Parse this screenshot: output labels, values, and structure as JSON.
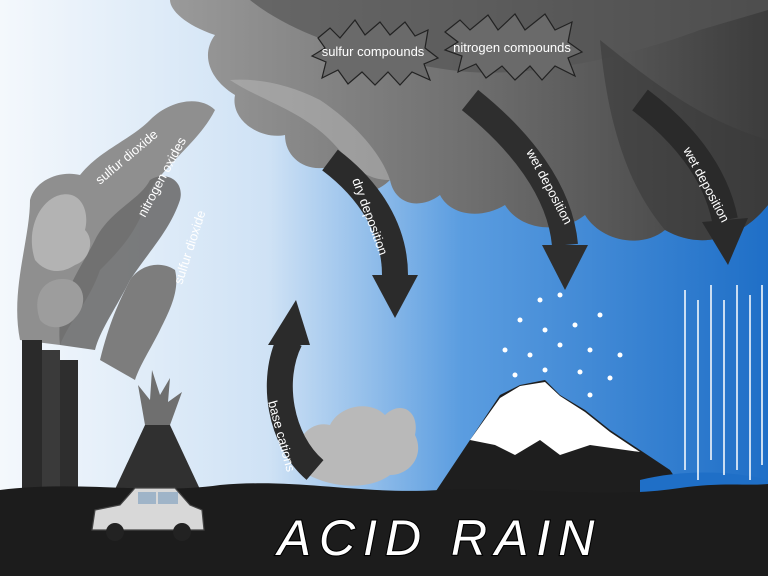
{
  "title": "ACID RAIN",
  "labels": {
    "sulfur_compounds": "sulfur compounds",
    "nitrogen_compounds": "nitrogen compounds",
    "sulfur_dioxide_1": "sulfur dioxide",
    "nitrogen_oxides": "nitrogen oxides",
    "sulfur_dioxide_2": "sulfur dioxide",
    "dry_deposition": "dry deposition",
    "wet_deposition_1": "wet deposition",
    "wet_deposition_2": "wet deposition",
    "base_cations": "base cations"
  },
  "colors": {
    "sky_light": "#eef5fb",
    "sky_blue": "#4a90d9",
    "sky_deep": "#1f6fc7",
    "cloud_dark": "#4b4b4b",
    "cloud_mid": "#7a7a7a",
    "cloud_light": "#a9a9a9",
    "ground": "#1c1c1c",
    "snow": "#ffffff"
  }
}
